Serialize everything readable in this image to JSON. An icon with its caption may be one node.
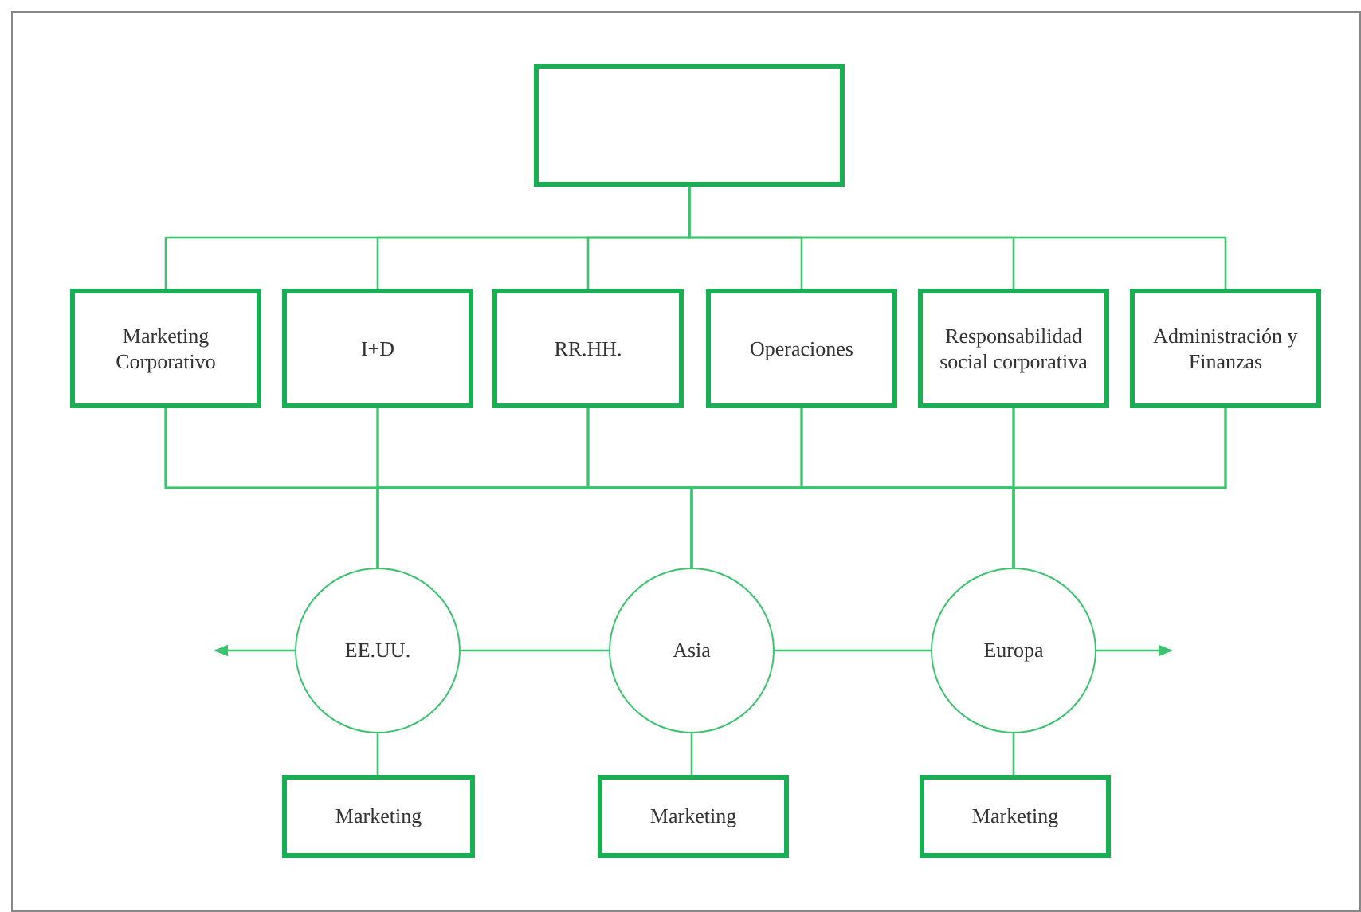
{
  "diagram": {
    "nodes": [
      {
        "text": [],
        "shape": "box"
      },
      {
        "text": [
          "Marketing Corporativo"
        ]
      },
      {
        "text": [
          "I+D"
        ]
      },
      {
        "text": [
          "RR.HH."
        ]
      },
      {
        "text": [
          "Operaciones"
        ]
      },
      {
        "text": [
          "Responsabilidad social corporativa"
        ]
      },
      {
        "text": [
          "Administración y Finanzas"
        ]
      },
      {
        "text": [
          "EE.UU."
        ]
      },
      {
        "text": [
          "Asia"
        ]
      },
      {
        "text": [
          "Europa"
        ]
      },
      {
        "text": [
          "Marketing"
        ]
      },
      {
        "text": [
          "Marketing"
        ]
      },
      {
        "text": [
          "Marketing"
        ]
      }
    ],
    "edges": [
      {
        "from": 0,
        "to": 1,
        "arrow": "none"
      },
      {
        "from": 0,
        "to": 2,
        "arrow": "none"
      },
      {
        "from": 0,
        "to": 3,
        "arrow": "none"
      },
      {
        "from": 0,
        "to": 4,
        "arrow": "none"
      },
      {
        "from": 0,
        "to": 5,
        "arrow": "none"
      },
      {
        "from": 0,
        "to": 6,
        "arrow": "none"
      },
      {
        "from": 1,
        "to": 7,
        "arrow": "none"
      },
      {
        "from": 1,
        "to": 8,
        "arrow": "none"
      },
      {
        "from": 1,
        "to": 9,
        "arrow": "none"
      },
      {
        "from": 2,
        "to": 7,
        "arrow": "none"
      },
      {
        "from": 2,
        "to": 8,
        "arrow": "none"
      },
      {
        "from": 2,
        "to": 9,
        "arrow": "none"
      },
      {
        "from": 3,
        "to": 7,
        "arrow": "none"
      },
      {
        "from": 3,
        "to": 8,
        "arrow": "none"
      },
      {
        "from": 3,
        "to": 9,
        "arrow": "none"
      },
      {
        "from": 4,
        "to": 7,
        "arrow": "none"
      },
      {
        "from": 4,
        "to": 8,
        "arrow": "none"
      },
      {
        "from": 4,
        "to": 9,
        "arrow": "none"
      },
      {
        "from": 5,
        "to": 7,
        "arrow": "none"
      },
      {
        "from": 5,
        "to": 8,
        "arrow": "none"
      },
      {
        "from": 5,
        "to": 9,
        "arrow": "none"
      },
      {
        "from": 6,
        "to": 7,
        "arrow": "none"
      },
      {
        "from": 6,
        "to": 8,
        "arrow": "none"
      },
      {
        "from": 6,
        "to": 9,
        "arrow": "none"
      },
      {
        "from": 7,
        "to": 8,
        "arrow": "none"
      },
      {
        "from": 8,
        "to": 9,
        "arrow": "none"
      },
      {
        "from": 7,
        "to": null,
        "arrow": "to"
      },
      {
        "from": 9,
        "to": null,
        "arrow": "to"
      },
      {
        "from": 7,
        "to": 10,
        "arrow": "none"
      },
      {
        "from": 8,
        "to": 11,
        "arrow": "none"
      },
      {
        "from": 9,
        "to": 12,
        "arrow": "none"
      }
    ]
  }
}
